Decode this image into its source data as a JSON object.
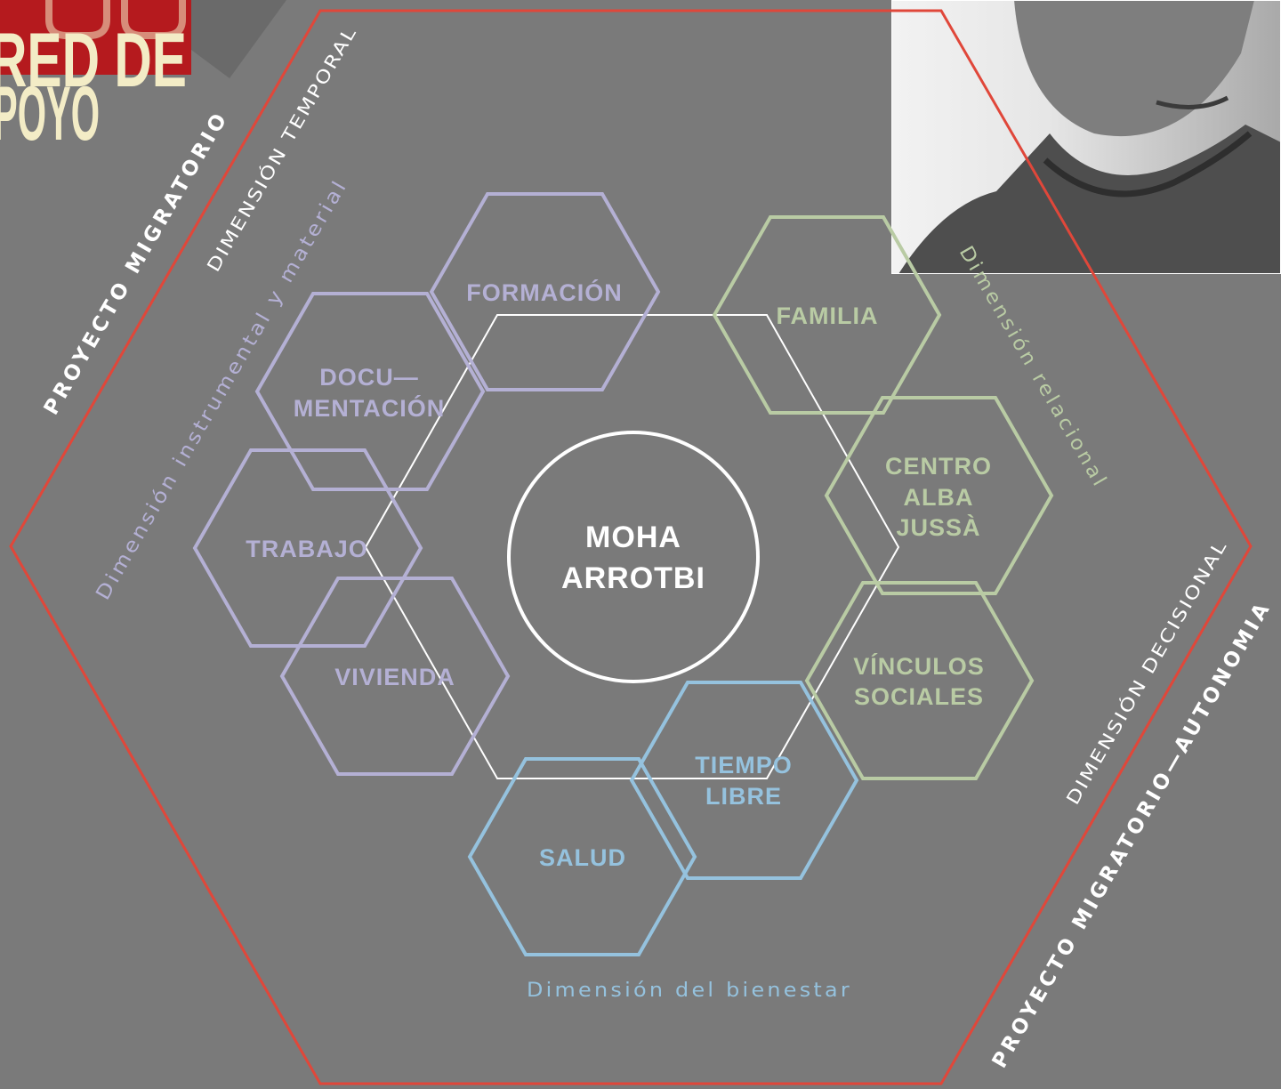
{
  "header": {
    "title_line1": "RED DE",
    "title_line2": "POYO"
  },
  "center": {
    "line1": "MOHA",
    "line2": "ARROTBI"
  },
  "nodes": {
    "formacion": [
      "FORMACIÓN"
    ],
    "documentacion": [
      "DOCU—",
      "MENTACIÓN"
    ],
    "trabajo": [
      "TRABAJO"
    ],
    "vivienda": [
      "VIVIENDA"
    ],
    "familia": [
      "FAMILIA"
    ],
    "centro": [
      "CENTRO",
      "ALBA",
      "JUSSÀ"
    ],
    "vinculos": [
      "VÍNCULOS",
      "SOCIALES"
    ],
    "tiempo": [
      "TIEMPO",
      "LIBRE"
    ],
    "salud": [
      "SALUD"
    ]
  },
  "dimensions": {
    "instrumental": "Dimensión instrumental y material",
    "relacional": "Dimensión relacional",
    "bienestar": "Dimensión del bienestar",
    "temporal": "DIMENSIÓN TEMPORAL",
    "decisional": "DIMENSIÓN DECISIONAL"
  },
  "frame_labels": {
    "proyecto": "PROYECTO MIGRATORIO",
    "autonomia": "PROYECTO MIGRATORIO—AUTONOMIA"
  },
  "colors": {
    "background": "#7a7a7a",
    "frame_red": "#e0473a",
    "purple": "#b4b0d4",
    "green": "#b9cba4",
    "blue": "#95c2de",
    "white": "#ffffff",
    "title_cream": "#f3ecc6",
    "title_red": "#b51a1e"
  },
  "photo": {
    "icon": "person-photo"
  }
}
